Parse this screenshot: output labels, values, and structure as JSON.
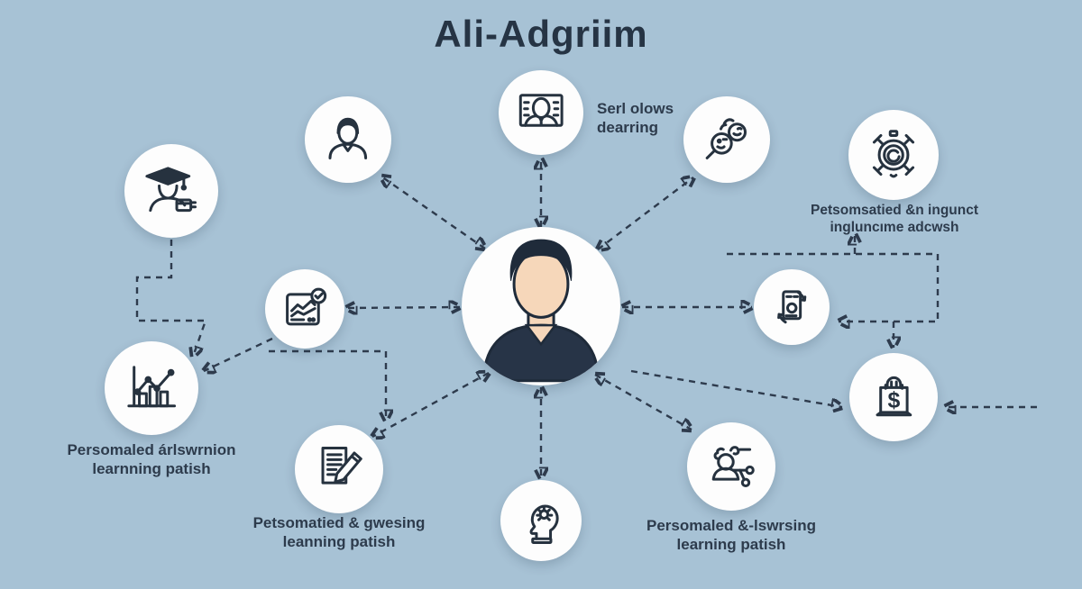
{
  "title": "Ali-Adgriim",
  "colors": {
    "background": "#a7c2d5",
    "ink": "#26323f",
    "node_fill": "#fdfdfd",
    "skin": "#f6d7ba",
    "hair": "#1f2b3a"
  },
  "labels": {
    "self_learning": "Serl olows\ndearring",
    "instinct_education": "Petsomsatied &n ingunct\ningluncıme adcwsh",
    "learning_paths_left": "Persomaled árlswrnion\nlearnning patish",
    "guessing_paths": "Petsomatied & gwesing\nleanning patish",
    "learning_paths_right": "Persomaled &-lswrsing\nlearning patish"
  },
  "icons": {
    "center": "learner-avatar",
    "top_left": "graduate-student-icon",
    "top": "user-icon",
    "top_center": "person-dashboard-icon",
    "top_right": "search-profile-icon",
    "far_right_top": "target-gauge-icon",
    "right": "device-sync-icon",
    "left": "chart-check-icon",
    "bottom_left": "bar-line-chart-icon",
    "right_bottom": "shopping-bag-dollar-icon",
    "bottom_mid_left": "document-pencil-icon",
    "bottom_center": "head-gear-icon",
    "bottom_right": "person-network-icon"
  },
  "connections": [
    {
      "from": "hub",
      "to": "person-dashboard-node",
      "style": "dashed-double-arrow"
    },
    {
      "from": "hub",
      "to": "user-node",
      "style": "dashed-double-arrow"
    },
    {
      "from": "hub",
      "to": "search-profile-node",
      "style": "dashed-double-arrow"
    },
    {
      "from": "hub",
      "to": "chart-check-node",
      "style": "dashed-double-arrow"
    },
    {
      "from": "hub",
      "to": "device-sync-node",
      "style": "dashed-double-arrow"
    },
    {
      "from": "hub",
      "to": "document-pencil-node",
      "style": "dashed-double-arrow"
    },
    {
      "from": "hub",
      "to": "head-gear-node",
      "style": "dashed-double-arrow"
    },
    {
      "from": "hub",
      "to": "person-network-node",
      "style": "dashed-double-arrow"
    },
    {
      "from": "hub",
      "to": "shopping-bag-node",
      "style": "dashed-arrow"
    },
    {
      "from": "graduate-node",
      "to": "bar-chart-node",
      "style": "dashed-elbow-arrow"
    },
    {
      "from": "chart-check-node",
      "to": "bar-chart-node",
      "style": "dashed-arrow"
    },
    {
      "from": "chart-check-node",
      "to": "document-pencil-node",
      "style": "dashed-elbow-arrow"
    },
    {
      "from": "search-profile-node",
      "to": "device-sync-node",
      "style": "dashed-elbow-arrow"
    },
    {
      "from": "right-elbow",
      "to": "instinct-education-label",
      "style": "dashed-arrow"
    },
    {
      "from": "device-sync-node",
      "to": "shopping-bag-node",
      "style": "dashed-arrow"
    },
    {
      "from": "right-edge",
      "to": "shopping-bag-node",
      "style": "dashed-arrow"
    }
  ]
}
